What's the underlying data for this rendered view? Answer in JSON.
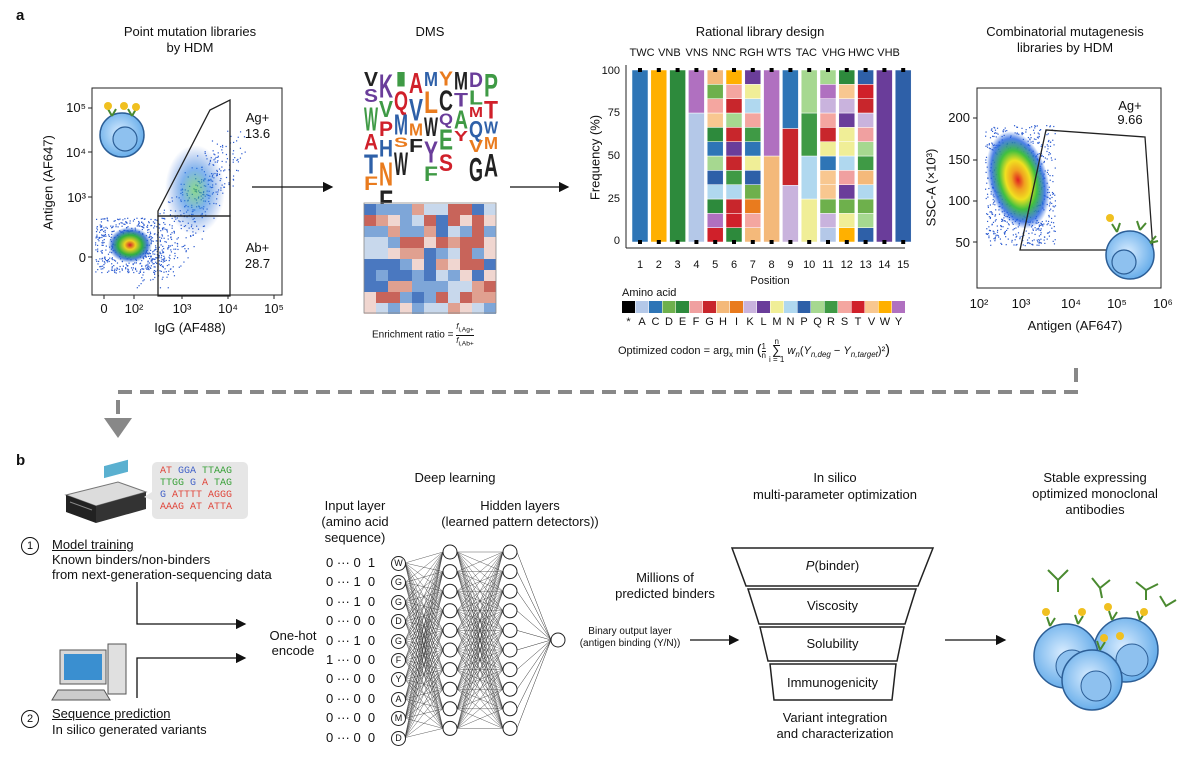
{
  "panel_a": {
    "label": "a",
    "flow1": {
      "title_line1": "Point mutation libraries",
      "title_line2": "by HDM",
      "ylabel": "Antigen (AF647)",
      "xlabel": "IgG (AF488)",
      "yticks": [
        "10⁵",
        "10⁴",
        "10³",
        "0"
      ],
      "xticks": [
        "0",
        "10²",
        "10³",
        "10⁴",
        "10⁵"
      ],
      "gate_ag_label": "Ag+",
      "gate_ag_value": "13.6",
      "gate_ab_label": "Ab+",
      "gate_ab_value": "28.7"
    },
    "dms": {
      "title": "DMS",
      "enrichment_label": "Enrichment ratio ="
    },
    "rational": {
      "title": "Rational library design",
      "codons": [
        "TWC",
        "VNB",
        "VNS",
        "NNC",
        "RGH",
        "WTS",
        "TAC",
        "VHG",
        "HWC",
        "VHB"
      ],
      "ylabel": "Frequency (%)",
      "xlabel": "Position",
      "yticks": [
        "100",
        "75",
        "50",
        "25",
        "0"
      ],
      "positions": [
        "1",
        "2",
        "3",
        "4",
        "5",
        "6",
        "7",
        "8",
        "9",
        "10",
        "11",
        "12",
        "13",
        "14",
        "15"
      ],
      "aa_title": "Amino acid",
      "aa_letters": [
        "*",
        "A",
        "C",
        "D",
        "E",
        "F",
        "G",
        "H",
        "I",
        "K",
        "L",
        "M",
        "N",
        "P",
        "Q",
        "R",
        "S",
        "T",
        "V",
        "W",
        "Y"
      ],
      "aa_colors": [
        "#000000",
        "#b4c8e8",
        "#2e75b6",
        "#6eb04c",
        "#2d8a3c",
        "#f0a0a0",
        "#c8262c",
        "#f4b97a",
        "#e97b1e",
        "#c9b3dd",
        "#6a3d9a",
        "#f0ee97",
        "#b0d8ef",
        "#2e60a8",
        "#a6d890",
        "#3f9a45",
        "#f4a6a0",
        "#d0202a",
        "#f8c790",
        "#ffb000",
        "#b070c0"
      ],
      "formula": "Optimized codon = arg"
    },
    "flow2": {
      "title_line1": "Combinatorial mutagenesis",
      "title_line2": "libraries by HDM",
      "ylabel": "SSC-A (×10³)",
      "xlabel": "Antigen (AF647)",
      "yticks": [
        "200",
        "150",
        "100",
        "50"
      ],
      "xticks": [
        "10²",
        "10³",
        "10⁴",
        "10⁵",
        "10⁶"
      ],
      "gate_label": "Ag+",
      "gate_value": "9.66"
    }
  },
  "panel_b": {
    "label": "b",
    "seq_lines": [
      [
        "AT",
        "GGA",
        "TTAAG"
      ],
      [
        "TTGG",
        "G",
        "A",
        "TAG"
      ],
      [
        "G",
        "ATTTT",
        "AGGG"
      ],
      [
        "AAAG",
        "AT",
        "ATTA"
      ]
    ],
    "step1_num": "1",
    "step1_title": "Model training",
    "step1_line1": "Known binders/non-binders",
    "step1_line2": "from next-generation-sequencing data",
    "step2_num": "2",
    "step2_title": "Sequence prediction",
    "step2_line1": "In silico generated variants",
    "onehot_line1": "One-hot",
    "onehot_line2": "encode",
    "deep_title": "Deep learning",
    "input_line1": "Input layer",
    "input_line2": "(amino acid",
    "input_line3": "sequence)",
    "hidden_line1": "Hidden layers",
    "hidden_line2": "(learned pattern detectors))",
    "input_rows": [
      {
        "bits": "0 ··· 0  1",
        "aa": "W"
      },
      {
        "bits": "0 ··· 1  0",
        "aa": "G"
      },
      {
        "bits": "0 ··· 1  0",
        "aa": "G"
      },
      {
        "bits": "0 ··· 0  0",
        "aa": "D"
      },
      {
        "bits": "0 ··· 1  0",
        "aa": "G"
      },
      {
        "bits": "1 ··· 0  0",
        "aa": "F"
      },
      {
        "bits": "0 ··· 0  0",
        "aa": "Y"
      },
      {
        "bits": "0 ··· 0  0",
        "aa": "A"
      },
      {
        "bits": "0 ··· 0  0",
        "aa": "M"
      },
      {
        "bits": "0 ··· 0  0",
        "aa": "D"
      }
    ],
    "output_line1": "Binary output layer",
    "output_line2": "(antigen binding (Y/N))",
    "millions_line1": "Millions of",
    "millions_line2": "predicted binders",
    "insilico_line1": "In silico",
    "insilico_line2": "multi-parameter optimization",
    "funnel": [
      "P(binder)",
      "Viscosity",
      "Solubility",
      "Immunogenicity"
    ],
    "variant_line1": "Variant integration",
    "variant_line2": "and characterization",
    "stable_line1": "Stable expressing",
    "stable_line2": "optimized monoclonal",
    "stable_line3": "antibodies"
  },
  "colors": {
    "seq_A": "#e0473c",
    "seq_T": "#3aa13a",
    "seq_G": "#4262c8",
    "gray_arrow": "#808080"
  }
}
